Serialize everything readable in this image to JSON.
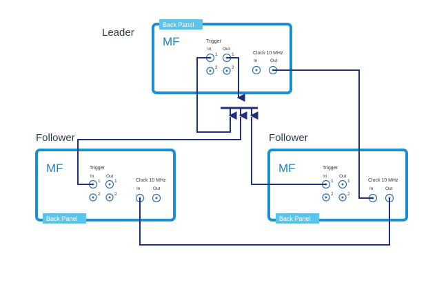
{
  "colors": {
    "panel_border": "#1a8fd4",
    "badge_bg": "#5bc4ea",
    "mf_text": "#1f7cc2",
    "cable": "#1f2f7a",
    "connector": "#2c6fa8"
  },
  "leader": {
    "role": "Leader",
    "badge": "Back Panel",
    "device": "MF",
    "trigger_label": "Trigger",
    "trigger_in": "In",
    "trigger_out": "Out",
    "clock_label": "Clock 10 MHz",
    "clock_in": "In",
    "clock_out": "Out",
    "port1": "1",
    "port2": "2"
  },
  "follower_left": {
    "role": "Follower",
    "badge": "Back Panel",
    "device": "MF",
    "trigger_label": "Trigger",
    "trigger_in": "In",
    "trigger_out": "Out",
    "clock_label": "Clock 10 MHz",
    "clock_in": "In",
    "clock_out": "Out",
    "port1": "1",
    "port2": "2"
  },
  "follower_right": {
    "role": "Follower",
    "badge": "Back Panel",
    "device": "MF",
    "trigger_label": "Trigger",
    "trigger_in": "In",
    "trigger_out": "Out",
    "clock_label": "Clock 10 MHz",
    "clock_in": "In",
    "clock_out": "Out",
    "port1": "1",
    "port2": "2"
  }
}
